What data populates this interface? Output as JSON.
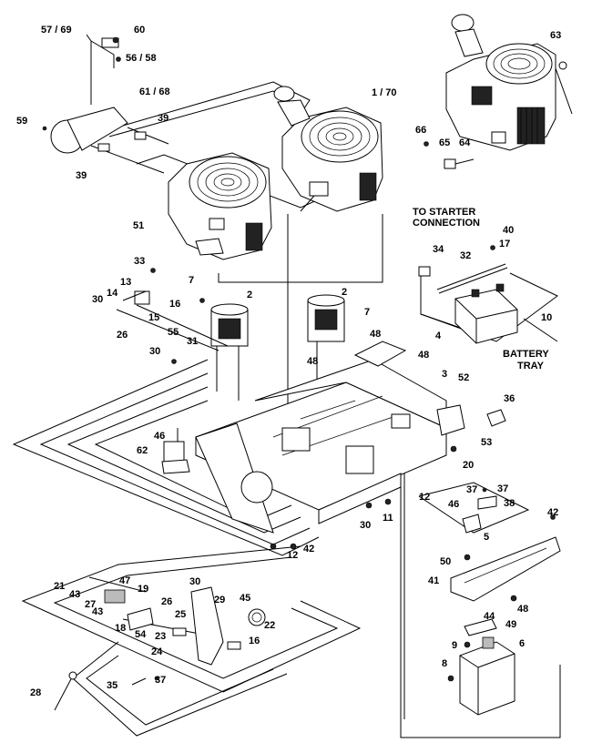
{
  "notes": {
    "starter": [
      "TO STARTER",
      "CONNECTION"
    ],
    "battery": [
      "BATTERY",
      "TRAY"
    ]
  },
  "callouts": [
    {
      "id": "c-57-69",
      "text": "57 / 69"
    },
    {
      "id": "c-60",
      "text": "60"
    },
    {
      "id": "c-56-58",
      "text": "56 / 58"
    },
    {
      "id": "c-61-68",
      "text": "61 / 68"
    },
    {
      "id": "c-59",
      "text": "59"
    },
    {
      "id": "c-39a",
      "text": "39"
    },
    {
      "id": "c-39b",
      "text": "39"
    },
    {
      "id": "c-1-70",
      "text": "1 / 70"
    },
    {
      "id": "c-63",
      "text": "63"
    },
    {
      "id": "c-66",
      "text": "66"
    },
    {
      "id": "c-65",
      "text": "65"
    },
    {
      "id": "c-64",
      "text": "64"
    },
    {
      "id": "c-51",
      "text": "51"
    },
    {
      "id": "c-40",
      "text": "40"
    },
    {
      "id": "c-34",
      "text": "34"
    },
    {
      "id": "c-32",
      "text": "32"
    },
    {
      "id": "c-17",
      "text": "17"
    },
    {
      "id": "c-33",
      "text": "33"
    },
    {
      "id": "c-13",
      "text": "13"
    },
    {
      "id": "c-7a",
      "text": "7"
    },
    {
      "id": "c-2a",
      "text": "2"
    },
    {
      "id": "c-2b",
      "text": "2"
    },
    {
      "id": "c-14",
      "text": "14"
    },
    {
      "id": "c-16a",
      "text": "16"
    },
    {
      "id": "c-30a",
      "text": "30"
    },
    {
      "id": "c-15",
      "text": "15"
    },
    {
      "id": "c-26a",
      "text": "26"
    },
    {
      "id": "c-55",
      "text": "55"
    },
    {
      "id": "c-7b",
      "text": "7"
    },
    {
      "id": "c-10",
      "text": "10"
    },
    {
      "id": "c-4",
      "text": "4"
    },
    {
      "id": "c-30b",
      "text": "30"
    },
    {
      "id": "c-31",
      "text": "31"
    },
    {
      "id": "c-48a",
      "text": "48"
    },
    {
      "id": "c-48b",
      "text": "48"
    },
    {
      "id": "c-48c",
      "text": "48"
    },
    {
      "id": "c-3",
      "text": "3"
    },
    {
      "id": "c-52",
      "text": "52"
    },
    {
      "id": "c-36",
      "text": "36"
    },
    {
      "id": "c-46a",
      "text": "46"
    },
    {
      "id": "c-53",
      "text": "53"
    },
    {
      "id": "c-62",
      "text": "62"
    },
    {
      "id": "c-20",
      "text": "20"
    },
    {
      "id": "c-37a",
      "text": "37"
    },
    {
      "id": "c-12a",
      "text": "12"
    },
    {
      "id": "c-46b",
      "text": "46"
    },
    {
      "id": "c-37b",
      "text": "37"
    },
    {
      "id": "c-38",
      "text": "38"
    },
    {
      "id": "c-30c",
      "text": "30"
    },
    {
      "id": "c-11",
      "text": "11"
    },
    {
      "id": "c-5",
      "text": "5"
    },
    {
      "id": "c-42a",
      "text": "42"
    },
    {
      "id": "c-12b",
      "text": "12"
    },
    {
      "id": "c-42b",
      "text": "42"
    },
    {
      "id": "c-50",
      "text": "50"
    },
    {
      "id": "c-41",
      "text": "41"
    },
    {
      "id": "c-21",
      "text": "21"
    },
    {
      "id": "c-47",
      "text": "47"
    },
    {
      "id": "c-30d",
      "text": "30"
    },
    {
      "id": "c-19",
      "text": "19"
    },
    {
      "id": "c-43a",
      "text": "43"
    },
    {
      "id": "c-27",
      "text": "27"
    },
    {
      "id": "c-26b",
      "text": "26"
    },
    {
      "id": "c-29",
      "text": "29"
    },
    {
      "id": "c-45",
      "text": "45"
    },
    {
      "id": "c-48d",
      "text": "48"
    },
    {
      "id": "c-43b",
      "text": "43"
    },
    {
      "id": "c-25",
      "text": "25"
    },
    {
      "id": "c-22",
      "text": "22"
    },
    {
      "id": "c-18",
      "text": "18"
    },
    {
      "id": "c-54",
      "text": "54"
    },
    {
      "id": "c-23",
      "text": "23"
    },
    {
      "id": "c-44",
      "text": "44"
    },
    {
      "id": "c-49",
      "text": "49"
    },
    {
      "id": "c-24",
      "text": "24"
    },
    {
      "id": "c-16b",
      "text": "16"
    },
    {
      "id": "c-9",
      "text": "9"
    },
    {
      "id": "c-6",
      "text": "6"
    },
    {
      "id": "c-8",
      "text": "8"
    },
    {
      "id": "c-28",
      "text": "28"
    },
    {
      "id": "c-35",
      "text": "35"
    },
    {
      "id": "c-37c",
      "text": "37"
    }
  ]
}
